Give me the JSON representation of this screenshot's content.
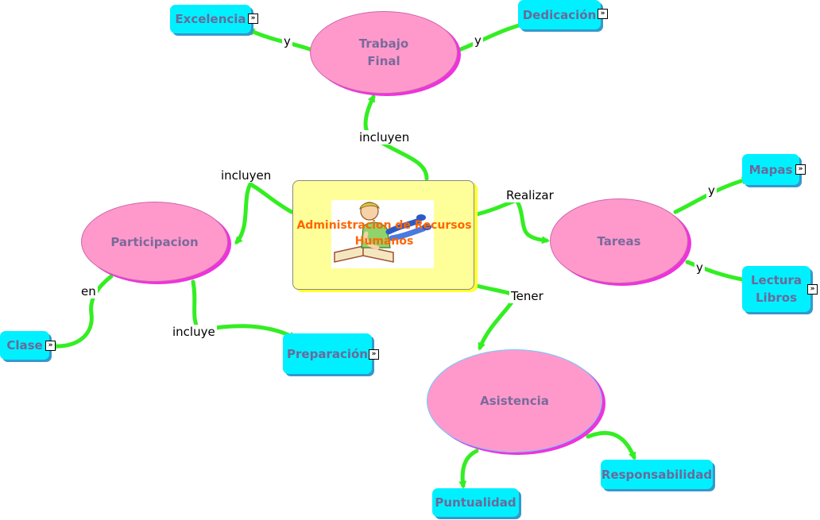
{
  "center": {
    "title": "Administracion de Recursos Humanos"
  },
  "concepts": {
    "trabajo_final": "Trabajo\nFinal",
    "participacion": "Participacion",
    "tareas": "Tareas",
    "asistencia": "Asistencia"
  },
  "leaves": {
    "excelencia": "Excelencia",
    "dedicacion": "Dedicación",
    "mapas": "Mapas",
    "lectura_libros": "Lectura\nLibros",
    "clase": "Clase",
    "preparacion": "Preparación",
    "responsabilidad": "Responsabilidad",
    "puntualidad": "Puntualidad"
  },
  "links": {
    "incluyen_top": "incluyen",
    "incluyen_left": "incluyen",
    "realizar": "Realizar",
    "tener": "Tener",
    "y_excelencia": "y",
    "y_dedicacion": "y",
    "y_mapas": "y",
    "y_lectura": "y",
    "en": "en",
    "incluye": "incluye"
  },
  "icons": {
    "expand": "expand-arrows-icon"
  },
  "colors": {
    "connector": "#33ee22",
    "oval_fill": "#ff99cc",
    "oval_shadow": "#ee33dd",
    "leaf_fill": "#00f0ff",
    "center_fill": "#ffff99",
    "center_title": "#ff6600"
  }
}
